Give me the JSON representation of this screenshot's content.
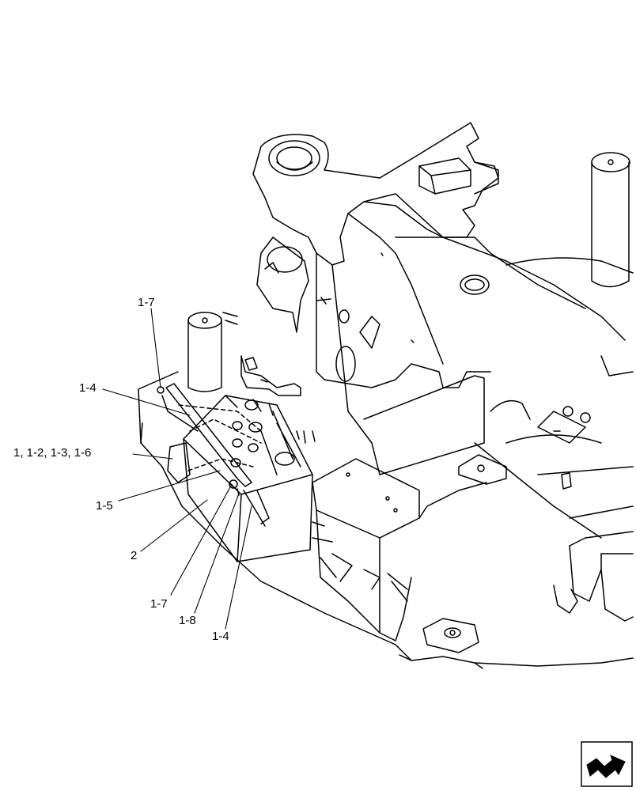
{
  "callouts": [
    {
      "id": "c1",
      "text": "1-7"
    },
    {
      "id": "c2",
      "text": "1-4"
    },
    {
      "id": "c3",
      "text": "1, 1-2, 1-3, 1-6"
    },
    {
      "id": "c4",
      "text": "1-5"
    },
    {
      "id": "c5",
      "text": "2"
    },
    {
      "id": "c6",
      "text": "1-7"
    },
    {
      "id": "c7",
      "text": "1-8"
    },
    {
      "id": "c8",
      "text": "1-4"
    }
  ],
  "icons": {
    "nav": "next-page-arrow-icon"
  }
}
